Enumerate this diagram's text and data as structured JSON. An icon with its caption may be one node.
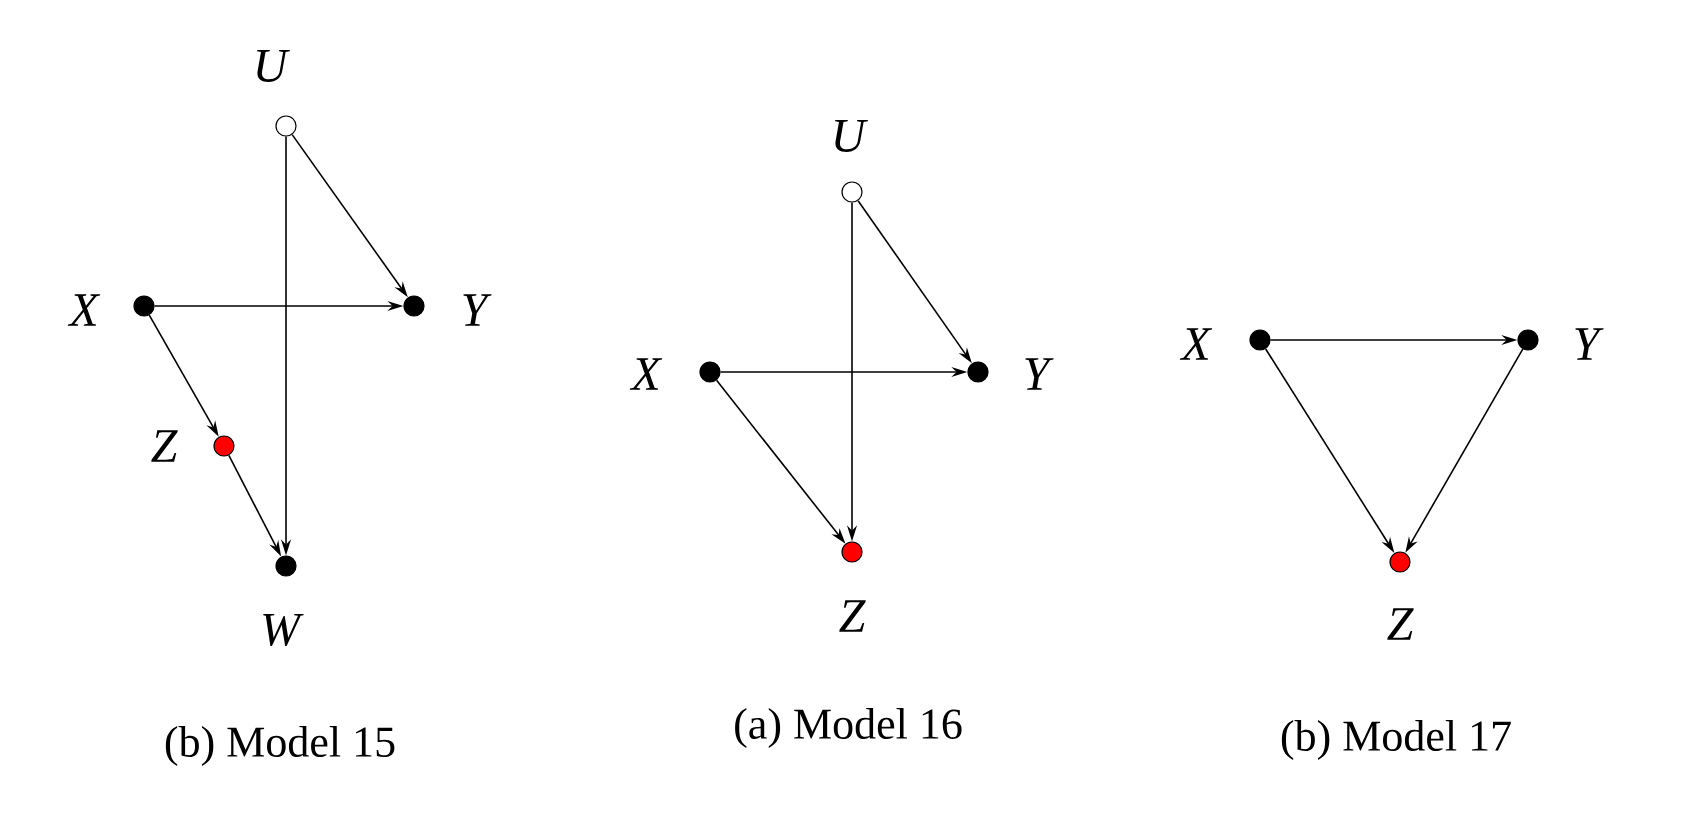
{
  "diagram": {
    "nodes": [
      {
        "text": [
          "U"
        ]
      },
      {
        "text": [
          "X"
        ]
      },
      {
        "text": [
          "Y"
        ]
      },
      {
        "text": [
          "Z"
        ]
      },
      {
        "text": [
          "W"
        ]
      },
      {
        "text": [
          "U"
        ]
      },
      {
        "text": [
          "X"
        ]
      },
      {
        "text": [
          "Y"
        ]
      },
      {
        "text": [
          "Z"
        ]
      },
      {
        "text": [
          "X"
        ]
      },
      {
        "text": [
          "Y"
        ]
      },
      {
        "text": [
          "Z"
        ]
      }
    ],
    "edges": [
      {
        "from": 0,
        "to": 2,
        "arrow": "to"
      },
      {
        "from": 0,
        "to": 4,
        "arrow": "to"
      },
      {
        "from": 1,
        "to": 2,
        "arrow": "to"
      },
      {
        "from": 1,
        "to": 3,
        "arrow": "to"
      },
      {
        "from": 3,
        "to": 4,
        "arrow": "to"
      },
      {
        "from": 5,
        "to": 7,
        "arrow": "to"
      },
      {
        "from": 5,
        "to": 8,
        "arrow": "to"
      },
      {
        "from": 6,
        "to": 7,
        "arrow": "to"
      },
      {
        "from": 6,
        "to": 8,
        "arrow": "to"
      },
      {
        "from": 9,
        "to": 10,
        "arrow": "to"
      },
      {
        "from": 9,
        "to": 11,
        "arrow": "to"
      },
      {
        "from": 10,
        "to": 11,
        "arrow": "to"
      }
    ],
    "labels": [
      "(b) Model 15",
      "(a) Model 16",
      "(b) Model 17"
    ]
  }
}
